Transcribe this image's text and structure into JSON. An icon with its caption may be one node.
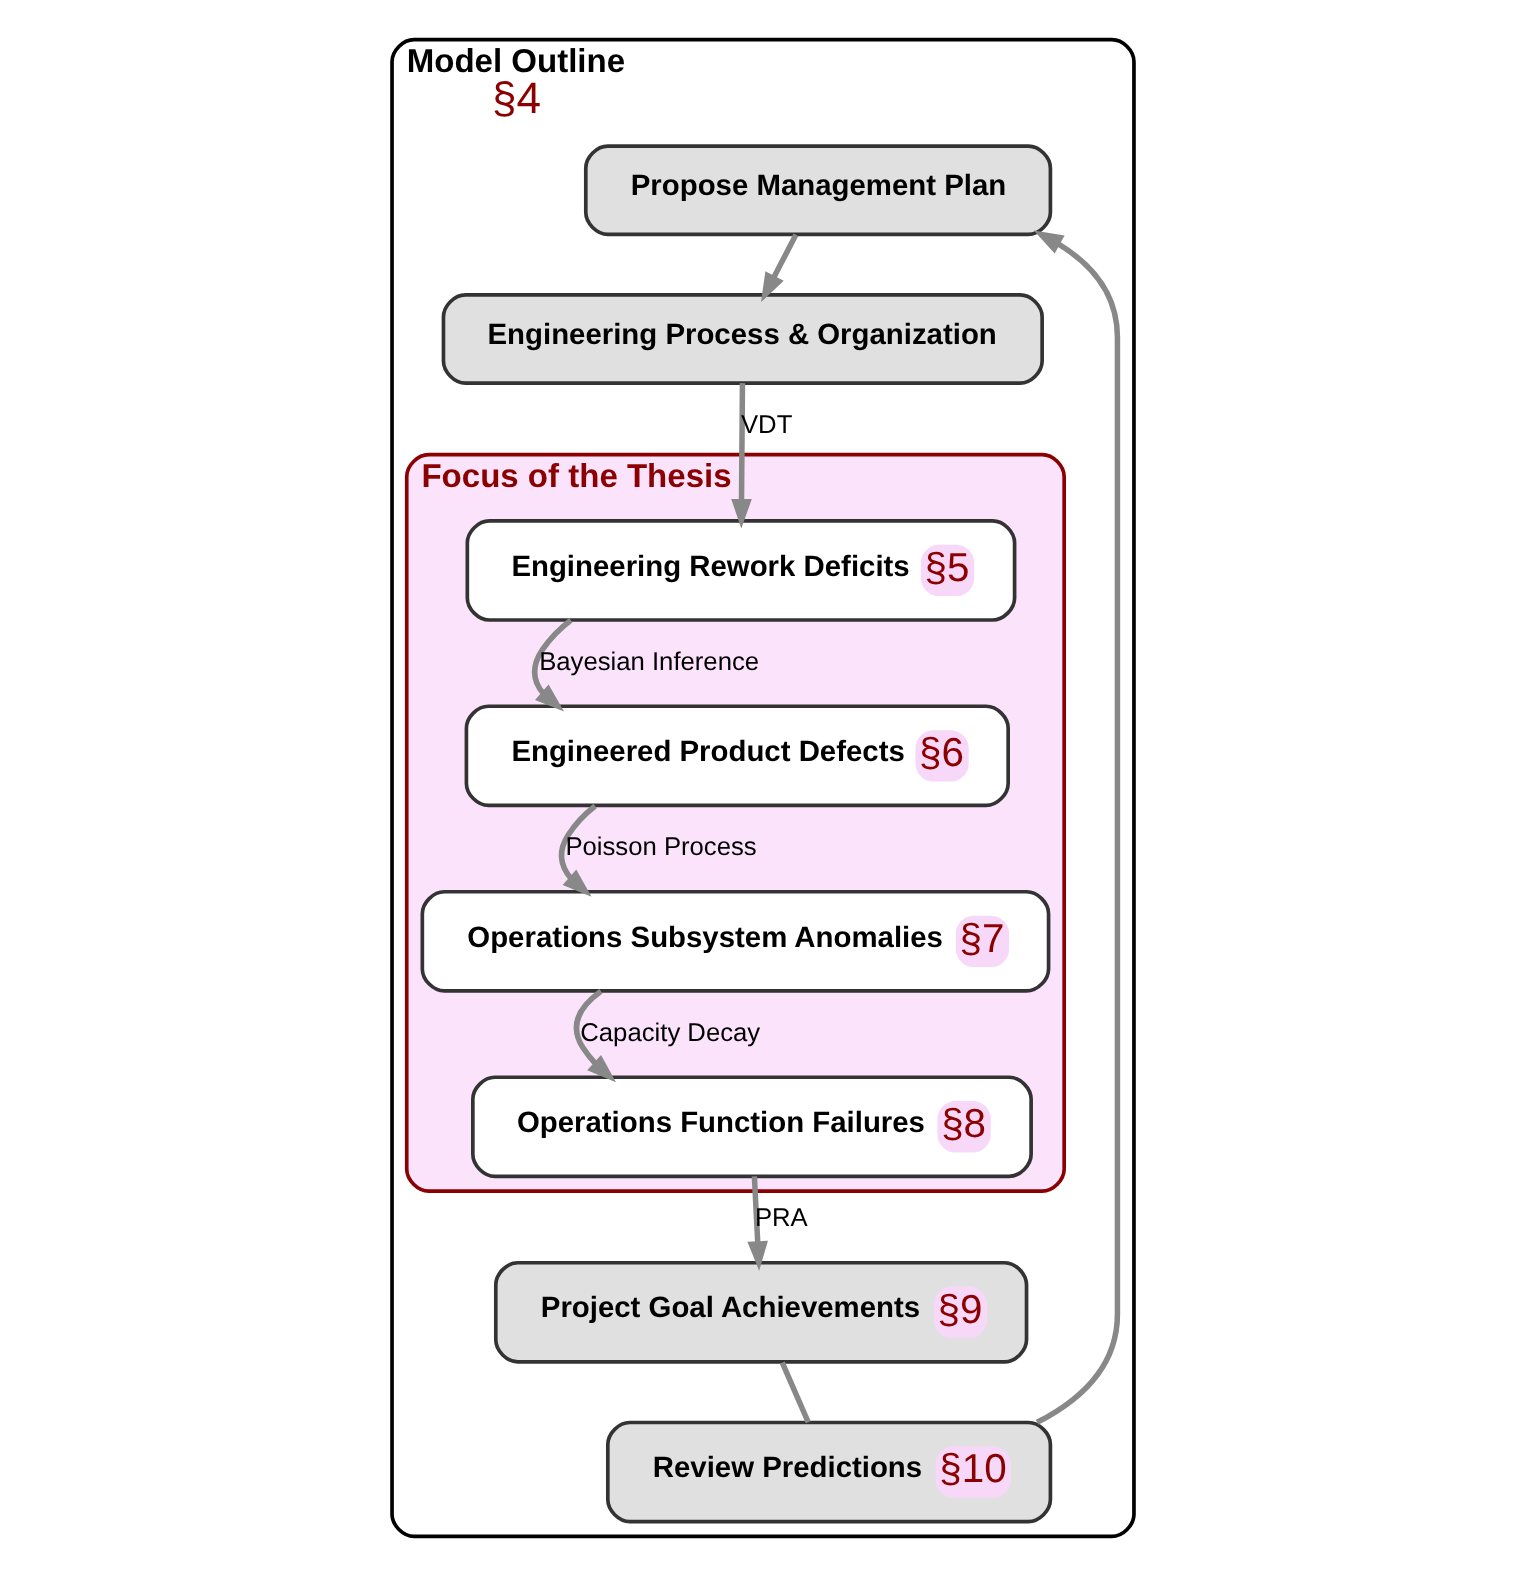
{
  "diagram": {
    "nodes": [
      {
        "text": [
          "Model Outline",
          "§4"
        ]
      },
      {
        "text": [
          "Propose Management Plan"
        ],
        "in": 0
      },
      {
        "text": [
          "Engineering Process & Organization"
        ],
        "in": 0
      },
      {
        "text": [
          "Focus of the Thesis"
        ],
        "in": 0
      },
      {
        "text": [
          "Engineering Rework Deficits",
          "§5"
        ],
        "in": 3
      },
      {
        "text": [
          "Engineered Product Defects",
          "§6"
        ],
        "in": 3
      },
      {
        "text": [
          "Operations Subsystem Anomalies",
          "§7"
        ],
        "in": 3
      },
      {
        "text": [
          "Operations Function Failures",
          "§8"
        ],
        "in": 3
      },
      {
        "text": [
          "Review Predictions",
          "§10"
        ],
        "in": 0
      },
      {
        "text": [
          "Project Goal Achievements",
          "§9"
        ],
        "in": 0
      }
    ],
    "edges": [
      {
        "from": 1,
        "to": 2,
        "arrow": "to"
      },
      {
        "from": 2,
        "to": 4,
        "arrow": "to",
        "label": "VDT"
      },
      {
        "from": 4,
        "to": 5,
        "arrow": "to",
        "label": "Bayesian Inference"
      },
      {
        "from": 5,
        "to": 6,
        "arrow": "to",
        "label": "Poisson Process"
      },
      {
        "from": 6,
        "to": 7,
        "arrow": "to",
        "label": "Capacity Decay"
      },
      {
        "from": 7,
        "to": 9,
        "arrow": "to",
        "label": "PRA"
      },
      {
        "from": 9,
        "to": 8,
        "arrow": "none"
      },
      {
        "from": 8,
        "to": 1,
        "arrow": "to"
      }
    ]
  }
}
